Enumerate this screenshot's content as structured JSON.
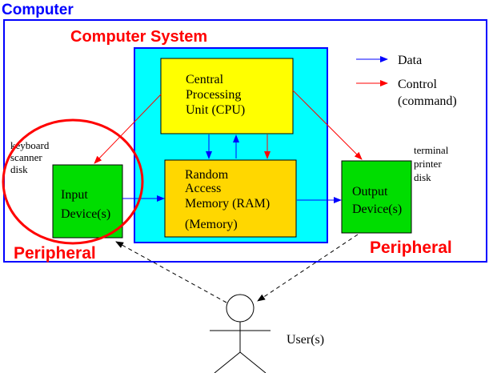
{
  "outer_title": "Computer",
  "system_title": "Computer System",
  "legend": {
    "data_label": "Data",
    "control_label_1": "Control",
    "control_label_2": "(command)",
    "data_color": "#0000ff",
    "control_color": "#ff0000"
  },
  "cpu": {
    "line1": "Central",
    "line2": "Processing",
    "line3": "Unit (CPU)"
  },
  "ram": {
    "line1": "Random",
    "line2": "Access",
    "line3": "Memory (RAM)",
    "line4": "(Memory)"
  },
  "input_device": {
    "line1": "Input",
    "line2": "Device(s)"
  },
  "output_device": {
    "line1": "Output",
    "line2": "Device(s)"
  },
  "input_examples": [
    "keyboard",
    "scanner",
    "disk"
  ],
  "output_examples": [
    "terminal",
    "printer",
    "disk"
  ],
  "peripheral_left": "Peripheral",
  "peripheral_right": "Peripheral",
  "user_label": "User(s)",
  "colors": {
    "title_blue": "#0000ff",
    "accent_red": "#ff0000",
    "system_fill": "#00ffff",
    "cpu_fill": "#ffff00",
    "ram_fill": "#ffd700",
    "device_fill": "#00dd00"
  }
}
